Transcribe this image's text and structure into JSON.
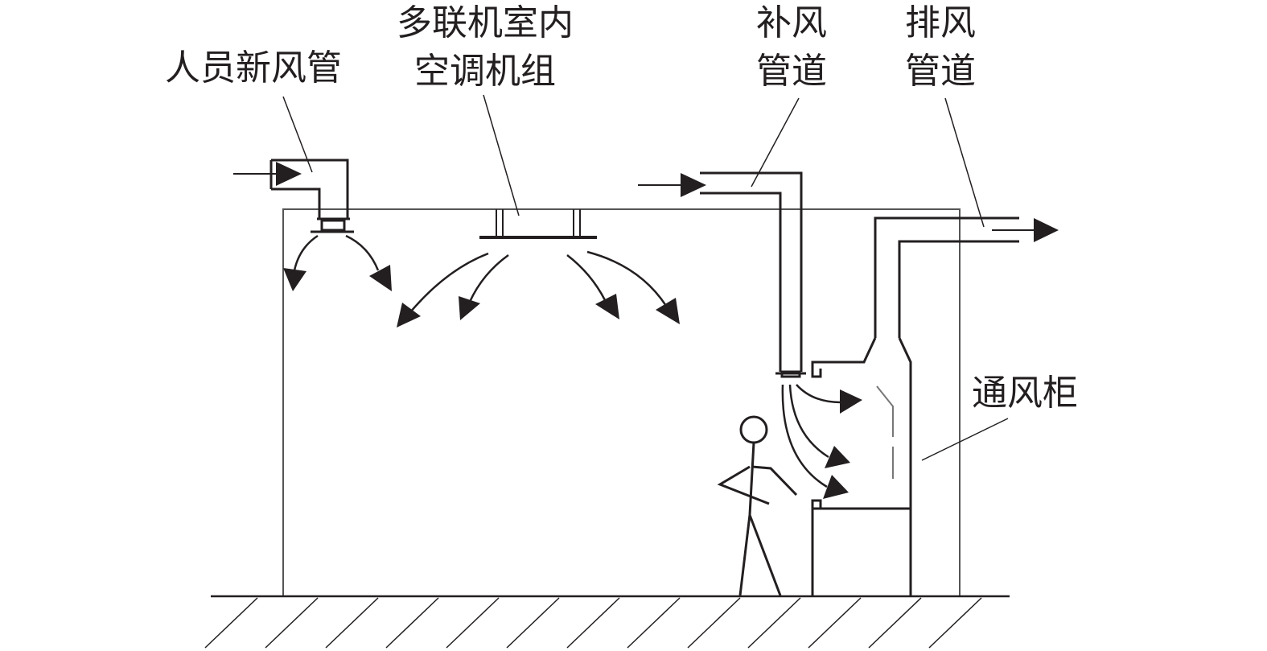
{
  "labels": {
    "fresh_air_duct": "人员新风管",
    "vrf_unit_line1": "多联机室内",
    "vrf_unit_line2": "空调机组",
    "supply_duct_line1": "补风",
    "supply_duct_line2": "管道",
    "exhaust_duct_line1": "排风",
    "exhaust_duct_line2": "管道",
    "fume_hood": "通风柜"
  },
  "colors": {
    "stroke": "#231f20",
    "room_wall": "#555555",
    "background": "#ffffff"
  }
}
